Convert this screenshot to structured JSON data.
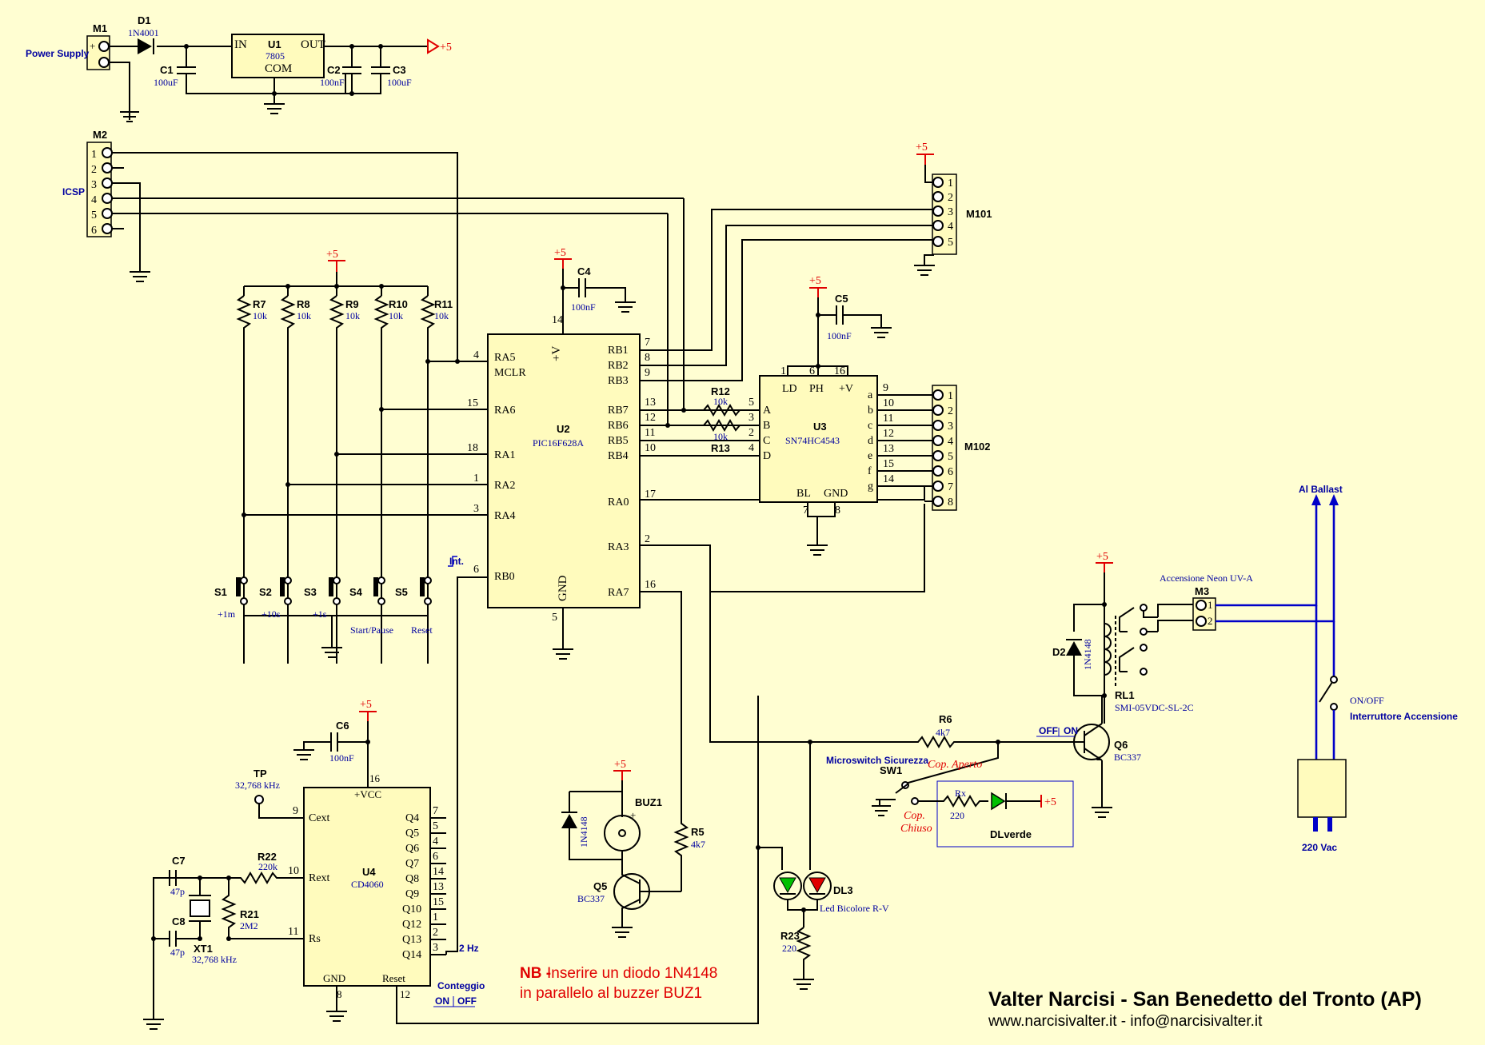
{
  "rails": {
    "vcc": "+5"
  },
  "power": {
    "m1": "M1",
    "m1_plus": "+",
    "label": "Power Supply",
    "d1": "D1",
    "d1_value": "1N4001",
    "u1": "U1",
    "u1_value": "7805",
    "u1_in": "IN",
    "u1_out": "OUT",
    "u1_com": "COM",
    "c1": "C1",
    "c1_value": "100uF",
    "c2": "C2",
    "c2_value": "100nF",
    "c3": "C3",
    "c3_value": "100uF",
    "vcc": "+5"
  },
  "icsp": {
    "ref": "M2",
    "label": "ICSP",
    "pins": [
      "1",
      "2",
      "3",
      "4",
      "5",
      "6"
    ]
  },
  "pullups": [
    {
      "ref": "R7",
      "value": "10k"
    },
    {
      "ref": "R8",
      "value": "10k"
    },
    {
      "ref": "R9",
      "value": "10k"
    },
    {
      "ref": "R10",
      "value": "10k"
    },
    {
      "ref": "R11",
      "value": "10k"
    }
  ],
  "switches": [
    {
      "ref": "S1",
      "label": "+1m"
    },
    {
      "ref": "S2",
      "label": "+10s"
    },
    {
      "ref": "S3",
      "label": "+1s"
    },
    {
      "ref": "S4",
      "label": "Start/Pause"
    },
    {
      "ref": "S5",
      "label": "Reset"
    }
  ],
  "u2": {
    "ref": "U2",
    "part": "PIC16F628A",
    "vplus": "+V",
    "gnd": "GND",
    "vplus_pin": "14",
    "gnd_pin": "5",
    "c4": "C4",
    "c4_value": "100nF",
    "int_label": "Int.",
    "left": [
      {
        "name": "RA5",
        "pin": "4"
      },
      {
        "name": "MCLR",
        "pin": ""
      },
      {
        "name": "RA6",
        "pin": "15"
      },
      {
        "name": "RA1",
        "pin": "18"
      },
      {
        "name": "RA2",
        "pin": "1"
      },
      {
        "name": "RA4",
        "pin": "3"
      },
      {
        "name": "RB0",
        "pin": "6"
      }
    ],
    "right": [
      {
        "name": "RB1",
        "pin": "7"
      },
      {
        "name": "RB2",
        "pin": "8"
      },
      {
        "name": "RB3",
        "pin": "9"
      },
      {
        "name": "RB7",
        "pin": "13"
      },
      {
        "name": "RB6",
        "pin": "12"
      },
      {
        "name": "RB5",
        "pin": "11"
      },
      {
        "name": "RB4",
        "pin": "10"
      },
      {
        "name": "RA0",
        "pin": "17"
      },
      {
        "name": "RA3",
        "pin": "2"
      },
      {
        "name": "RA7",
        "pin": "16"
      }
    ]
  },
  "u3_inputs": {
    "r12": "R12",
    "r12_value": "10k",
    "r13": "R13",
    "r13_value": "10k"
  },
  "m101": {
    "ref": "M101",
    "pins": [
      "1",
      "2",
      "3",
      "4",
      "5"
    ]
  },
  "u3": {
    "ref": "U3",
    "part": "SN74HC4543",
    "c5": "C5",
    "c5_value": "100nF",
    "top": [
      {
        "name": "LD",
        "pin": "1"
      },
      {
        "name": "PH",
        "pin": "6"
      },
      {
        "name": "+V",
        "pin": "16"
      }
    ],
    "inputs": [
      {
        "name": "A",
        "pin": "5"
      },
      {
        "name": "B",
        "pin": "3"
      },
      {
        "name": "C",
        "pin": "2"
      },
      {
        "name": "D",
        "pin": "4"
      }
    ],
    "outputs": [
      {
        "name": "a",
        "pin": "9"
      },
      {
        "name": "b",
        "pin": "10"
      },
      {
        "name": "c",
        "pin": "11"
      },
      {
        "name": "d",
        "pin": "12"
      },
      {
        "name": "e",
        "pin": "13"
      },
      {
        "name": "f",
        "pin": "15"
      },
      {
        "name": "g",
        "pin": "14"
      }
    ],
    "bl": "BL",
    "bl_pin": "7",
    "gnd": "GND",
    "gnd_pin": "8"
  },
  "m102": {
    "ref": "M102",
    "pins": [
      "1",
      "2",
      "3",
      "4",
      "5",
      "6",
      "7",
      "8"
    ]
  },
  "relay": {
    "ref": "RL1",
    "part": "SMI-05VDC-SL-2C",
    "d2": "D2",
    "d2_value": "1N4148",
    "m3": "M3",
    "m3_label": "Accensione Neon UV-A",
    "m3_pins": [
      "1",
      "2"
    ]
  },
  "mains": {
    "ballast": "Al Ballast",
    "switch": "ON/OFF",
    "switch_desc": "Interruttore Accensione",
    "voltage": "220 Vac"
  },
  "q6": {
    "ref": "Q6",
    "part": "BC337",
    "r6": "R6",
    "r6_value": "4k7",
    "off": "OFF",
    "on": "ON"
  },
  "sw1": {
    "ref": "SW1",
    "label": "Microswitch Sicurezza",
    "open": "Cop. Aperto",
    "closed_1": "Cop.",
    "closed_2": "Chiuso"
  },
  "led_inset": {
    "rx": "Rx",
    "rx_value": "220",
    "led": "DLverde"
  },
  "dl3": {
    "ref": "DL3",
    "label": "Led Bicolore R-V",
    "r23": "R23",
    "r23_value": "220"
  },
  "buzzer": {
    "ref": "BUZ1",
    "plus": "+",
    "diode": "1N4148",
    "q5": "Q5",
    "q5_part": "BC337",
    "r5": "R5",
    "r5_value": "4k7"
  },
  "u4": {
    "ref": "U4",
    "part": "CD4060",
    "vcc": "+VCC",
    "vcc_pin": "16",
    "gnd": "GND",
    "gnd_pin": "8",
    "reset": "Reset",
    "reset_pin": "12",
    "c6": "C6",
    "c6_value": "100nF",
    "inputs": [
      {
        "name": "Cext",
        "pin": "9"
      },
      {
        "name": "Rext",
        "pin": "10"
      },
      {
        "name": "Rs",
        "pin": "11"
      }
    ],
    "outputs": [
      {
        "name": "Q4",
        "pin": "7"
      },
      {
        "name": "Q5",
        "pin": "5"
      },
      {
        "name": "Q6",
        "pin": "4"
      },
      {
        "name": "Q7",
        "pin": "6"
      },
      {
        "name": "Q8",
        "pin": "14"
      },
      {
        "name": "Q9",
        "pin": "13"
      },
      {
        "name": "Q10",
        "pin": "15"
      },
      {
        "name": "Q12",
        "pin": "1"
      },
      {
        "name": "Q13",
        "pin": "2"
      },
      {
        "name": "Q14",
        "pin": "3"
      }
    ],
    "out_2hz": "2 Hz",
    "conteggio": "Conteggio",
    "cnt_on": "ON",
    "cnt_off": "OFF",
    "tp": "TP",
    "tp_value": "32,768 kHz",
    "r22": "R22",
    "r22_value": "220k",
    "r21": "R21",
    "r21_value": "2M2",
    "xt1": "XT1",
    "xt1_value": "32,768 kHz",
    "c7": "C7",
    "c7_value": "47p",
    "c8": "C8",
    "c8_value": "47p"
  },
  "notes": {
    "nb": "NB -",
    "line1": "Inserire un diodo 1N4148",
    "line2": "in parallelo al buzzer BUZ1"
  },
  "credits": {
    "author": "Valter Narcisi - San Benedetto del Tronto (AP)",
    "contact": "www.narcisivalter.it  -  info@narcisivalter.it"
  }
}
